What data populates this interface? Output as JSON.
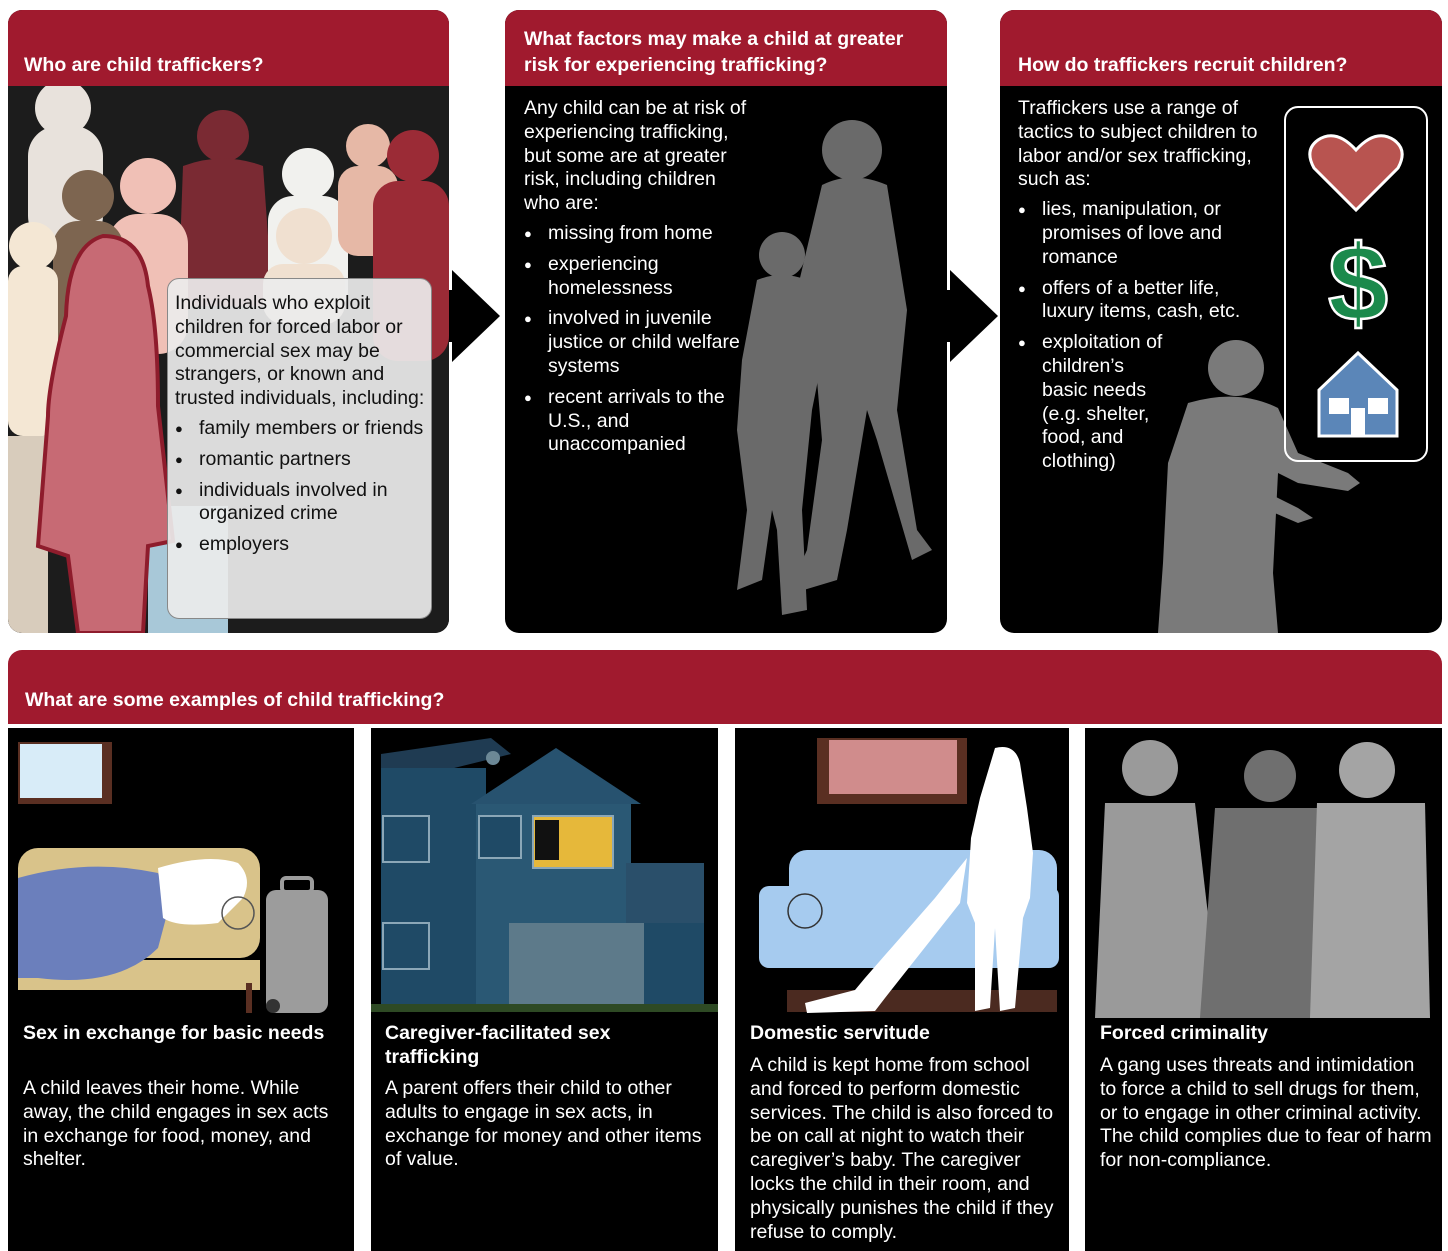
{
  "panels": {
    "who": {
      "heading": "Who are child traffickers?",
      "intro": "Individuals who exploit children for forced labor or commercial sex may be strangers, or known and trusted individuals, including:",
      "items": [
        "family members or friends",
        "romantic partners",
        "individuals involved in organized crime",
        "employers"
      ]
    },
    "factors": {
      "heading": "What factors may make a child at greater risk for experiencing trafficking?",
      "intro": "Any child can be at risk of experiencing trafficking, but some are at greater risk, including children who are:",
      "items": [
        "missing from home",
        "experiencing homelessness",
        "involved in juvenile justice or child welfare systems",
        "recent arrivals to the U.S., and unaccompanied"
      ]
    },
    "recruit": {
      "heading": "How do traffickers recruit children?",
      "intro": "Traffickers use a range of tactics to subject children to labor and/or sex trafficking, such as:",
      "items": [
        "lies, manipulation, or promises of love and romance",
        "offers of a better life, luxury items, cash, etc.",
        "exploitation of children’s basic needs (e.g. shelter, food, and clothing)"
      ],
      "icons": [
        "heart-icon",
        "dollar-icon",
        "house-icon"
      ]
    }
  },
  "examples": {
    "heading": "What are some examples of child trafficking?",
    "cards": [
      {
        "title": "Sex in exchange for basic needs",
        "desc": "A child leaves their home. While away, the child engages in sex acts in exchange for food, money, and shelter."
      },
      {
        "title": "Caregiver-facilitated sex trafficking",
        "desc": "A parent offers their child to other adults to engage in sex acts, in exchange for money and other items of value."
      },
      {
        "title": "Domestic servitude",
        "desc": "A child is kept home from school and forced to perform domestic services. The child is also forced to be on call at night to watch their caregiver’s baby. The caregiver locks the child in their room, and physically punishes the child if they refuse to comply."
      },
      {
        "title": "Forced criminality",
        "desc": "A gang uses threats and intimidation to force a child to sell drugs for them, or to engage in other criminal activity. The child complies due to fear of harm for non-compliance."
      }
    ]
  },
  "colors": {
    "header": "#a01a2e",
    "panel": "#000000",
    "heart": "#b85450",
    "dollar": "#1b8a4c",
    "house": "#5b86b8"
  }
}
